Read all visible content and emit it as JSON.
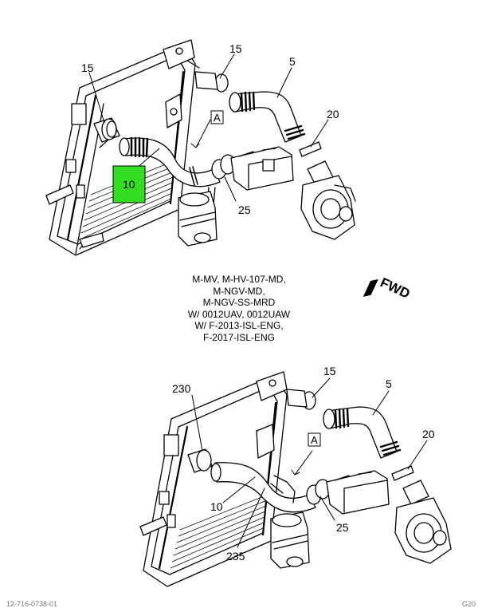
{
  "diagram": {
    "upper_callouts": {
      "c15a": "15",
      "c15b": "15",
      "c5": "5",
      "c20": "20",
      "cA": "A",
      "c10": "10",
      "c25": "25"
    },
    "lower_callouts": {
      "c230": "230",
      "c15": "15",
      "c5": "5",
      "c20": "20",
      "cA": "A",
      "c10": "10",
      "c25": "25",
      "c235": "235"
    },
    "applicability_note": [
      "M-MV, M-HV-107-MD,",
      "M-NGV-MD,",
      "M-NGV-SS-MRD",
      "W/ 0012UAV, 0012UAW",
      "W/ F-2013-ISL-ENG,",
      "F-2017-ISL-ENG"
    ],
    "forward_indicator": "FWD",
    "highlight_color": "#33dd22",
    "footer_left": "12-716-0738-01",
    "footer_right": "G20"
  }
}
